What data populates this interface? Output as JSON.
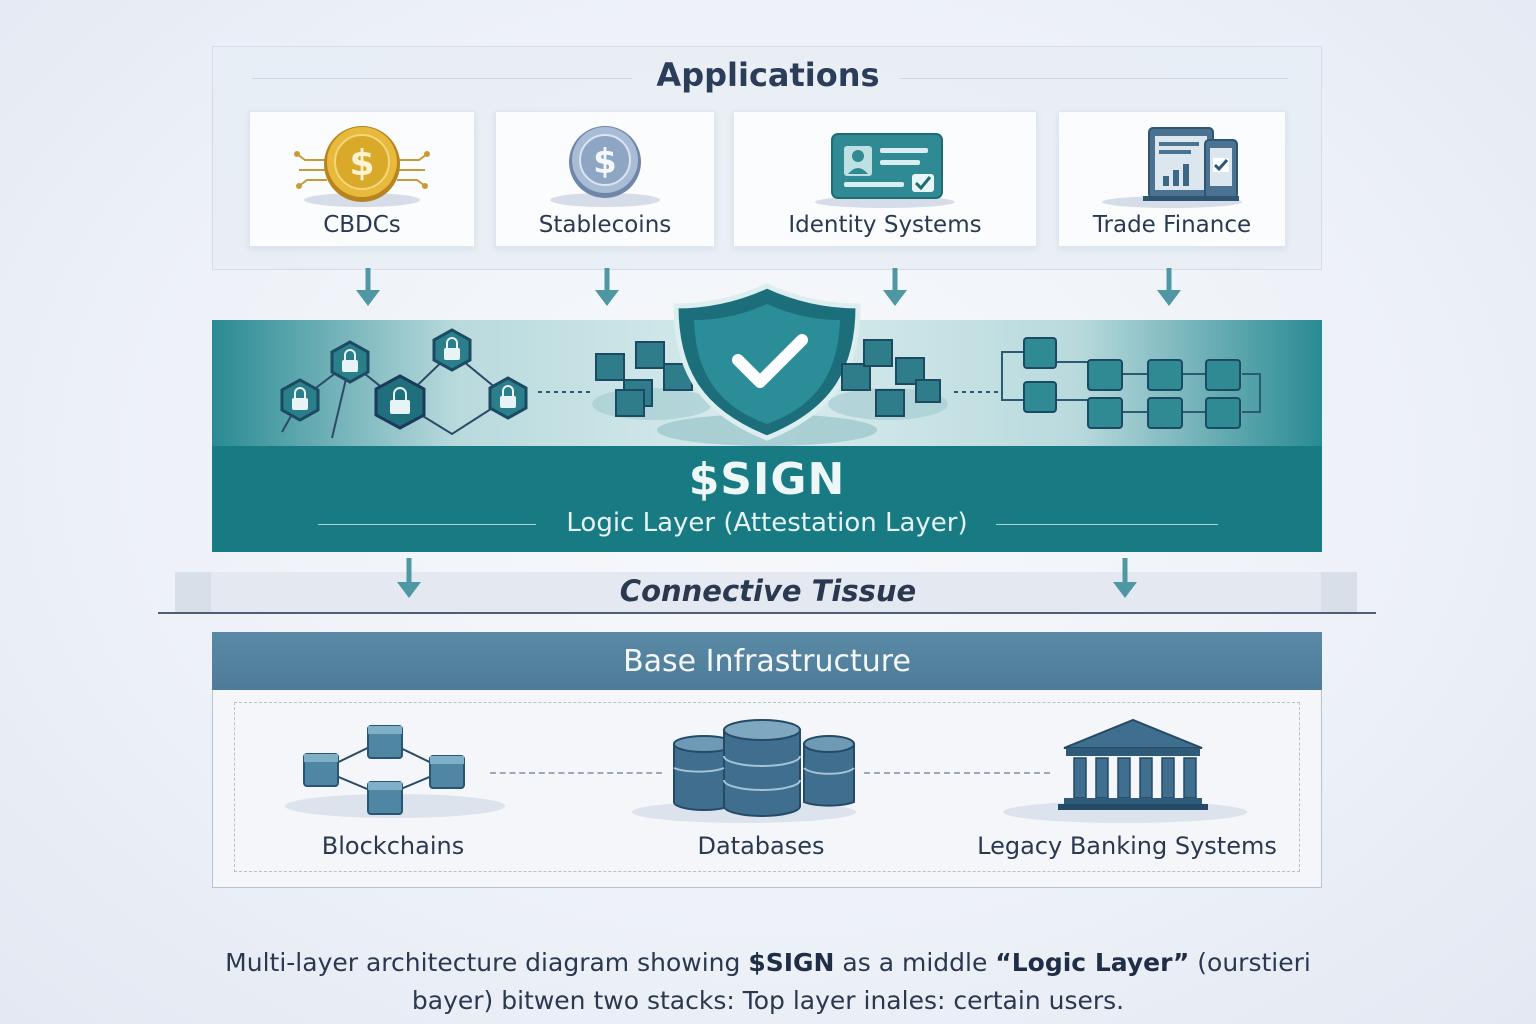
{
  "applications": {
    "title": "Applications",
    "items": [
      {
        "label": "CBDCs",
        "icon": "gold-coin-icon"
      },
      {
        "label": "Stablecoins",
        "icon": "silver-coin-icon"
      },
      {
        "label": "Identity Systems",
        "icon": "id-card-icon"
      },
      {
        "label": "Trade Finance",
        "icon": "trade-documents-icon"
      }
    ]
  },
  "logic_layer": {
    "title": "$SIGN",
    "subtitle": "Logic Layer (Attestation Layer)"
  },
  "connective": {
    "label": "Connective Tissue"
  },
  "base": {
    "title": "Base Infrastructure",
    "items": [
      {
        "label": "Blockchains",
        "icon": "blockchain-cubes-icon"
      },
      {
        "label": "Databases",
        "icon": "database-icon"
      },
      {
        "label": "Legacy Banking Systems",
        "icon": "bank-building-icon"
      }
    ]
  },
  "caption": {
    "line1_a": "Multi-layer architecture diagram showing ",
    "line1_b": "$SIGN",
    "line1_c": " as a middle ",
    "line1_d": "“Logic Layer”",
    "line1_e": " (ourstieri",
    "line2": "bayer)  bitwen two stacks: Top layer inales: certain users."
  },
  "colors": {
    "teal": "#187a82",
    "teal_light": "#5aa7ad",
    "navy": "#23324a",
    "steel_blue": "#4d7b98",
    "gold": "#d9a92a"
  }
}
